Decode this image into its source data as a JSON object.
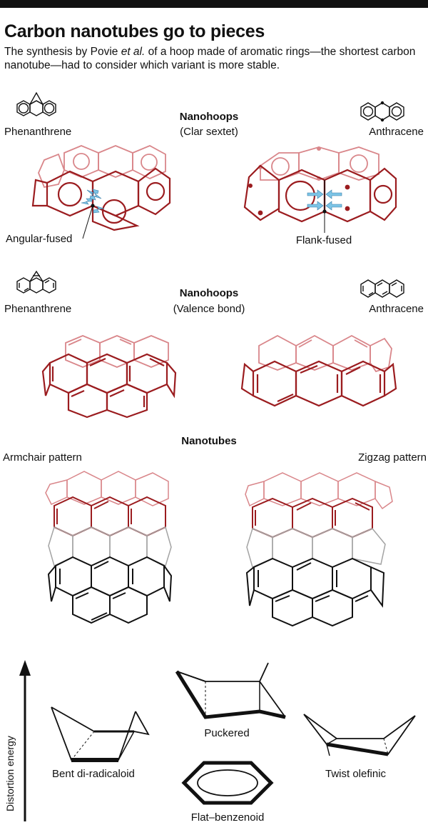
{
  "header": {
    "title": "Carbon nanotubes go to pieces",
    "subtitle_before": "The synthesis by Povie ",
    "subtitle_italic": "et al.",
    "subtitle_after": " of a hoop made of aromatic rings—the shortest carbon nanotube—had to consider which variant is more stable."
  },
  "row1": {
    "left_molecule": "Phenanthrene",
    "right_molecule": "Anthracene",
    "heading": "Nanohoops",
    "subheading": "(Clar sextet)",
    "left_callout": "Angular-fused",
    "right_callout": "Flank-fused"
  },
  "row2": {
    "left_molecule": "Phenanthrene",
    "right_molecule": "Anthracene",
    "heading": "Nanohoops",
    "subheading": "(Valence bond)"
  },
  "row3": {
    "heading": "Nanotubes",
    "left_label": "Armchair pattern",
    "right_label": "Zigzag pattern"
  },
  "energy": {
    "axis_label": "Distortion energy",
    "conformers": [
      "Puckered",
      "Bent di-radicaloid",
      "Twist olefinic",
      "Flat–benzenoid"
    ]
  },
  "colors": {
    "dark_red": "#9b1c1f",
    "light_red": "#d9868a",
    "arrow_blue": "#7cc4e6",
    "gray": "#9a9a9a",
    "black": "#111111"
  }
}
